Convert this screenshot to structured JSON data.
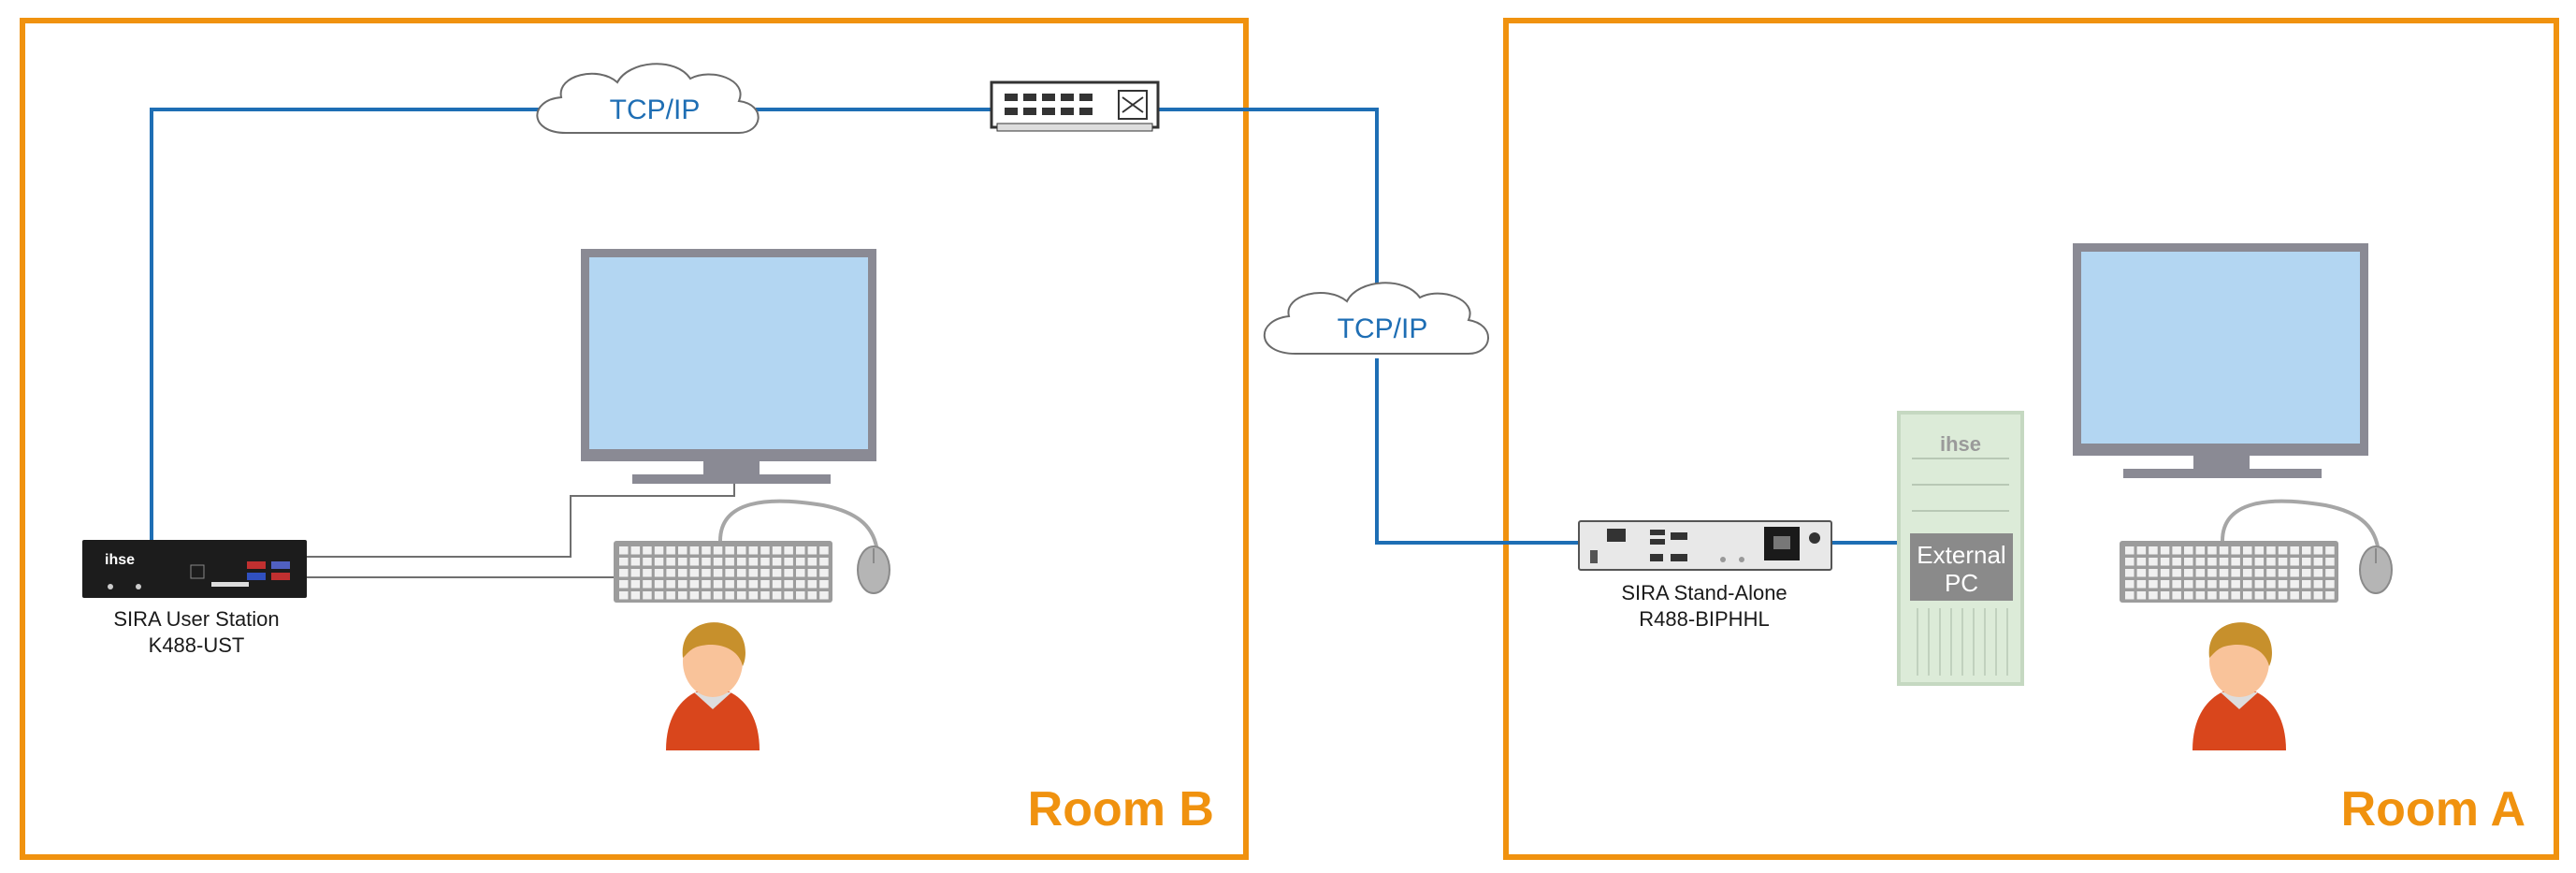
{
  "colors": {
    "room_border": "#f0920f",
    "network_line": "#1e6eb4",
    "cable_gray": "#6f6f6f",
    "screen": "#b3d6f2",
    "monitor_frame": "#8a8a94",
    "device_dark": "#1c1c1c",
    "tower_green": "#dcebd8"
  },
  "rooms": [
    {
      "id": "room-b",
      "label": "Room B"
    },
    {
      "id": "room-a",
      "label": "Room A"
    }
  ],
  "clouds": [
    {
      "id": "cloud-top",
      "label": "TCP/IP"
    },
    {
      "id": "cloud-mid",
      "label": "TCP/IP"
    }
  ],
  "devices": {
    "user_station": {
      "name": "SIRA User Station",
      "model": "K488-UST",
      "brand": "ihse",
      "icon": "kvm-extender-dark-icon"
    },
    "stand_alone": {
      "name": "SIRA Stand-Alone",
      "model": "R488-BIPHHL",
      "icon": "kvm-extender-silver-icon"
    },
    "external_pc": {
      "line1": "External",
      "line2": "PC",
      "brand": "ihse",
      "icon": "pc-tower-icon"
    },
    "network_switch": {
      "icon": "network-switch-icon"
    }
  },
  "icons": [
    "monitor-icon",
    "keyboard-icon",
    "mouse-icon",
    "user-icon"
  ]
}
